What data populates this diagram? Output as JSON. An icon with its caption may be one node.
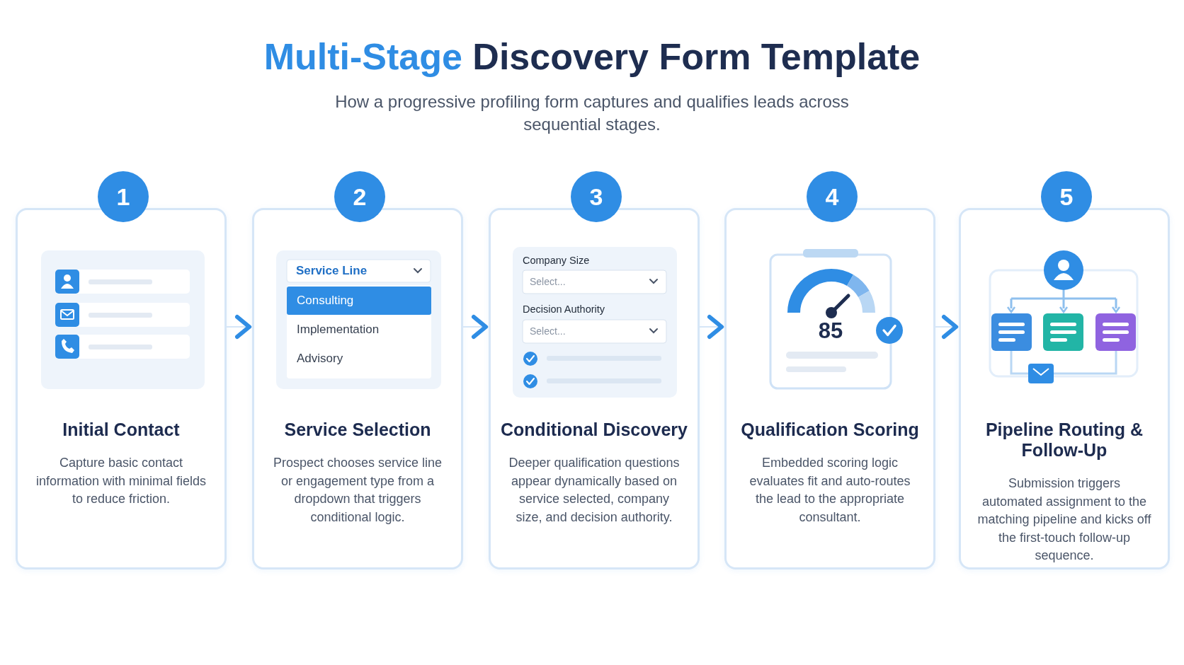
{
  "diagram": {
    "title": "Multi-Stage Discovery Form Template",
    "caption": "How a progressive profiling form captures and qualifies leads across sequential stages.",
    "nodes": [
      {
        "text": [
          "1",
          "Initial Contact",
          "Capture basic contact information with minimal fields to reduce friction."
        ]
      },
      {
        "text": [
          "2",
          "Service Selection",
          "Prospect chooses service line or engagement type from a dropdown that triggers conditional logic."
        ]
      },
      {
        "text": [
          "3",
          "Conditional Discovery",
          "Deeper qualification questions appear dynamically based on service selected, company size, and decision authority."
        ]
      },
      {
        "text": [
          "4",
          "Qualification Scoring",
          "Embedded scoring logic evaluates fit and auto-routes the lead to the appropriate consultant."
        ]
      },
      {
        "text": [
          "5",
          "Pipeline Routing & Follow-Up",
          "Submission triggers automated assignment to the matching pipeline and kicks off the first-touch follow-up sequence."
        ]
      }
    ],
    "edges": [
      {
        "from": 0,
        "to": 1,
        "arrow": "to"
      },
      {
        "from": 1,
        "to": 2,
        "arrow": "to"
      },
      {
        "from": 2,
        "to": 3,
        "arrow": "to"
      },
      {
        "from": 3,
        "to": 4,
        "arrow": "to"
      }
    ],
    "labels": [
      "Service Line",
      "Consulting",
      "Implementation",
      "Advisory",
      "Company Size",
      "Select...",
      "Decision Authority",
      "Select...",
      "85"
    ]
  }
}
